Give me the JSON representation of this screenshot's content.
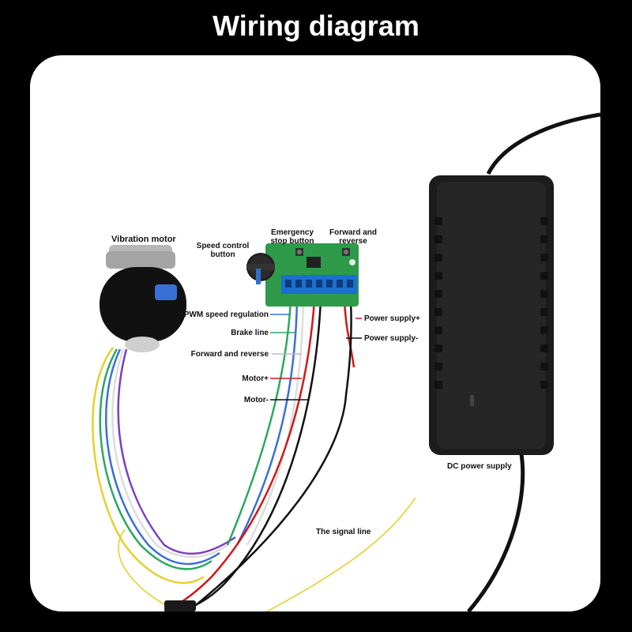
{
  "title": "Wiring diagram",
  "labels": {
    "vibration_motor": "Vibration motor",
    "speed_control_button": "Speed control button",
    "emergency_stop_button": "Emergency stop button",
    "forward_and_reverse_top": "Forward and reverse",
    "pwm_speed_regulation": "PWM speed regulation",
    "brake_line": "Brake line",
    "forward_and_reverse": "Forward and reverse",
    "motor_plus": "Motor+",
    "motor_minus": "Motor-",
    "power_supply_plus": "Power supply+",
    "power_supply_minus": "Power supply-",
    "dc_power_supply": "DC power supply",
    "signal_line": "The signal line"
  },
  "colors": {
    "background": "#000000",
    "panel": "#ffffff",
    "pcb": "#2e9a4a",
    "terminal": "#1a6fd0",
    "adapter": "#1c1c1c",
    "wire_red": "#d01818",
    "wire_black": "#111111",
    "wire_green": "#2aa860",
    "wire_blue": "#3b6fd8",
    "wire_yellow": "#e6cf30",
    "wire_white": "#dddddd"
  }
}
